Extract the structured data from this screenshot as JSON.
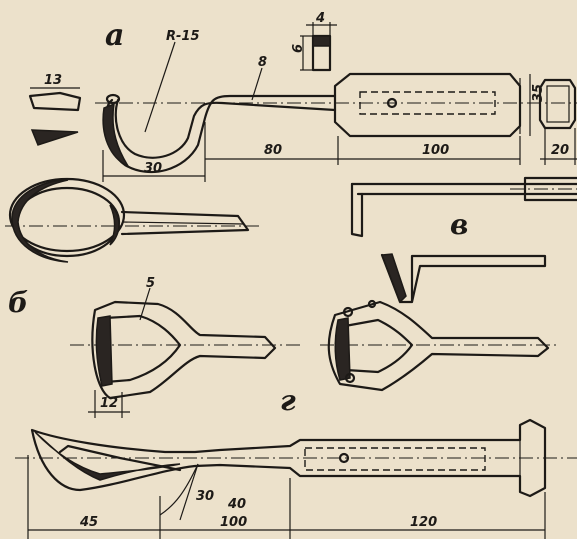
{
  "view_letters": {
    "a": "а",
    "b": "б",
    "v": "в",
    "g": "г"
  },
  "dimensions": {
    "d13": "13",
    "d4": "4",
    "d6": "6",
    "radius": "R-15",
    "d8": "8",
    "d30a": "30",
    "d80": "80",
    "d100a": "100",
    "d35": "35",
    "d20": "20",
    "d5": "5",
    "d12": "12",
    "d30b": "30",
    "d40": "40",
    "d45": "45",
    "d100b": "100",
    "d120": "120"
  }
}
